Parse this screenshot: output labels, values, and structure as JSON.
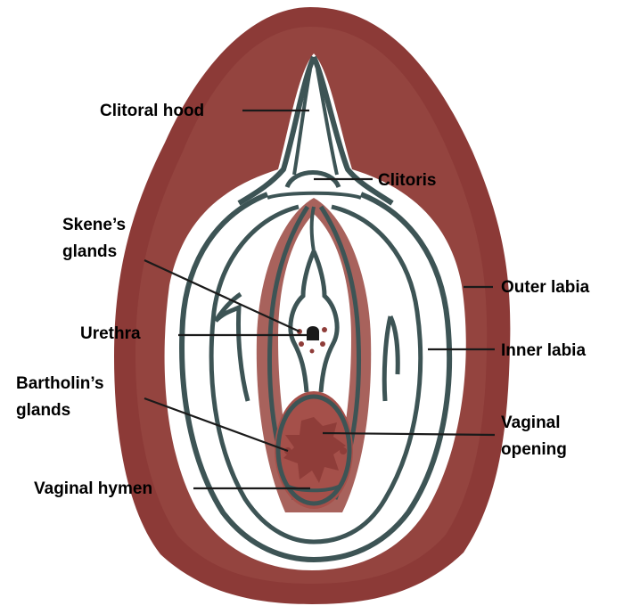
{
  "diagram": {
    "labels": {
      "clitoral_hood": "Clitoral hood",
      "clitoris": "Clitoris",
      "skenes_glands_line1": "Skene’s",
      "skenes_glands_line2": "glands",
      "urethra": "Urethra",
      "bartholins_glands_line1": "Bartholin’s",
      "bartholins_glands_line2": "glands",
      "vaginal_hymen": "Vaginal hymen",
      "outer_labia": "Outer labia",
      "inner_labia": "Inner labia",
      "vaginal_opening_line1": "Vaginal",
      "vaginal_opening_line2": "opening"
    },
    "colors": {
      "outer_dark": "#8c3a37",
      "outer_light": "#9b4c47",
      "inner_pink": "#a8625c",
      "opening_fill": "#a5504a",
      "opening_inner": "#8f3d39",
      "outline": "#3d5455",
      "leader": "#1a1a1a",
      "skin": "#ffffff"
    }
  }
}
